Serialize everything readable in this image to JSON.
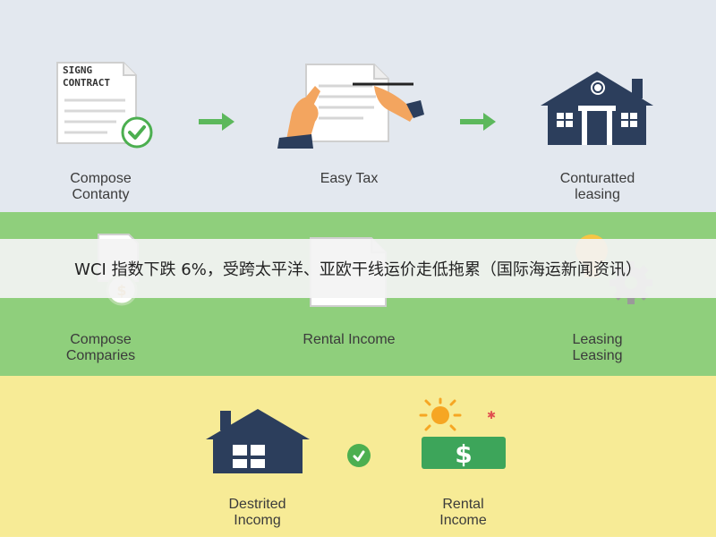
{
  "row1": {
    "contract_text": [
      "SIGNG",
      "CONTRACT"
    ],
    "labels": [
      [
        "Compose",
        "Contanty"
      ],
      [
        "Easy Tax"
      ],
      [
        "Conturatted",
        "leasing"
      ]
    ]
  },
  "row2": {
    "labels": [
      [
        "Compose",
        "Comparies"
      ],
      [
        "Rental Income"
      ],
      [
        "Leasing",
        "Leasing"
      ]
    ]
  },
  "row3": {
    "labels": [
      [
        "Destrited",
        "Incomg"
      ],
      [
        "Rental",
        "Income"
      ]
    ]
  },
  "banner": {
    "text": "WCI 指数下跌 6%，受跨太平洋、亚欧干线运价走低拖累（国际海运新闻资讯）"
  },
  "colors": {
    "band_top": "#e3e8ef",
    "band_middle": "#8fcf7c",
    "band_bottom": "#f7eb96",
    "arrow": "#5cb85c",
    "house": "#2c3e5c",
    "check": "#4caf50",
    "money": "#3da55a"
  },
  "icons": [
    "contract-check-icon",
    "arrow-right-icon",
    "signing-hand-icon",
    "house-icon",
    "coin-icon",
    "document-icon",
    "lightbulb-gear-icon",
    "check-icon",
    "money-bill-icon",
    "sun-icon"
  ]
}
